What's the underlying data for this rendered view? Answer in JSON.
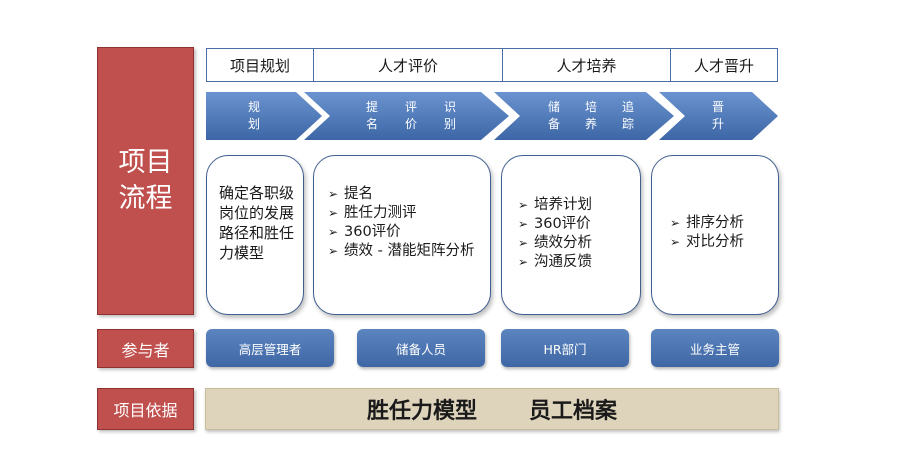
{
  "side": {
    "flow_line1": "项目",
    "flow_line2": "流程",
    "participants": "参与者",
    "basis": "项目依据"
  },
  "headers": [
    "项目规划",
    "人才评价",
    "人才培养",
    "人才晋升"
  ],
  "arrows": [
    {
      "top": [
        "规"
      ],
      "bottom": [
        "划"
      ]
    },
    {
      "top": [
        "提",
        "评",
        "识"
      ],
      "bottom": [
        "名",
        "价",
        "别"
      ]
    },
    {
      "top": [
        "储",
        "培",
        "追"
      ],
      "bottom": [
        "备",
        "养",
        "踪"
      ]
    },
    {
      "top": [
        "晋"
      ],
      "bottom": [
        "升"
      ]
    }
  ],
  "cards": {
    "planning": "确定各职级岗位的发展路径和胜任力模型",
    "evaluation": [
      "提名",
      "胜任力测评",
      "360评价",
      "绩效 - 潜能矩阵分析"
    ],
    "training": [
      "培养计划",
      "360评价",
      "绩效分析",
      "沟通反馈"
    ],
    "promotion": [
      "排序分析",
      "对比分析"
    ]
  },
  "bullet_glyph": "➢",
  "participants": [
    "高层管理者",
    "储备人员",
    "HR部门",
    "业务主管"
  ],
  "basis": [
    "胜任力模型",
    "员工档案"
  ],
  "colors": {
    "red_column": "#c0504d",
    "arrow_blue": "#4f7ab8",
    "border_blue": "#4a6fa5",
    "basis_bg": "#ddd4bb"
  }
}
